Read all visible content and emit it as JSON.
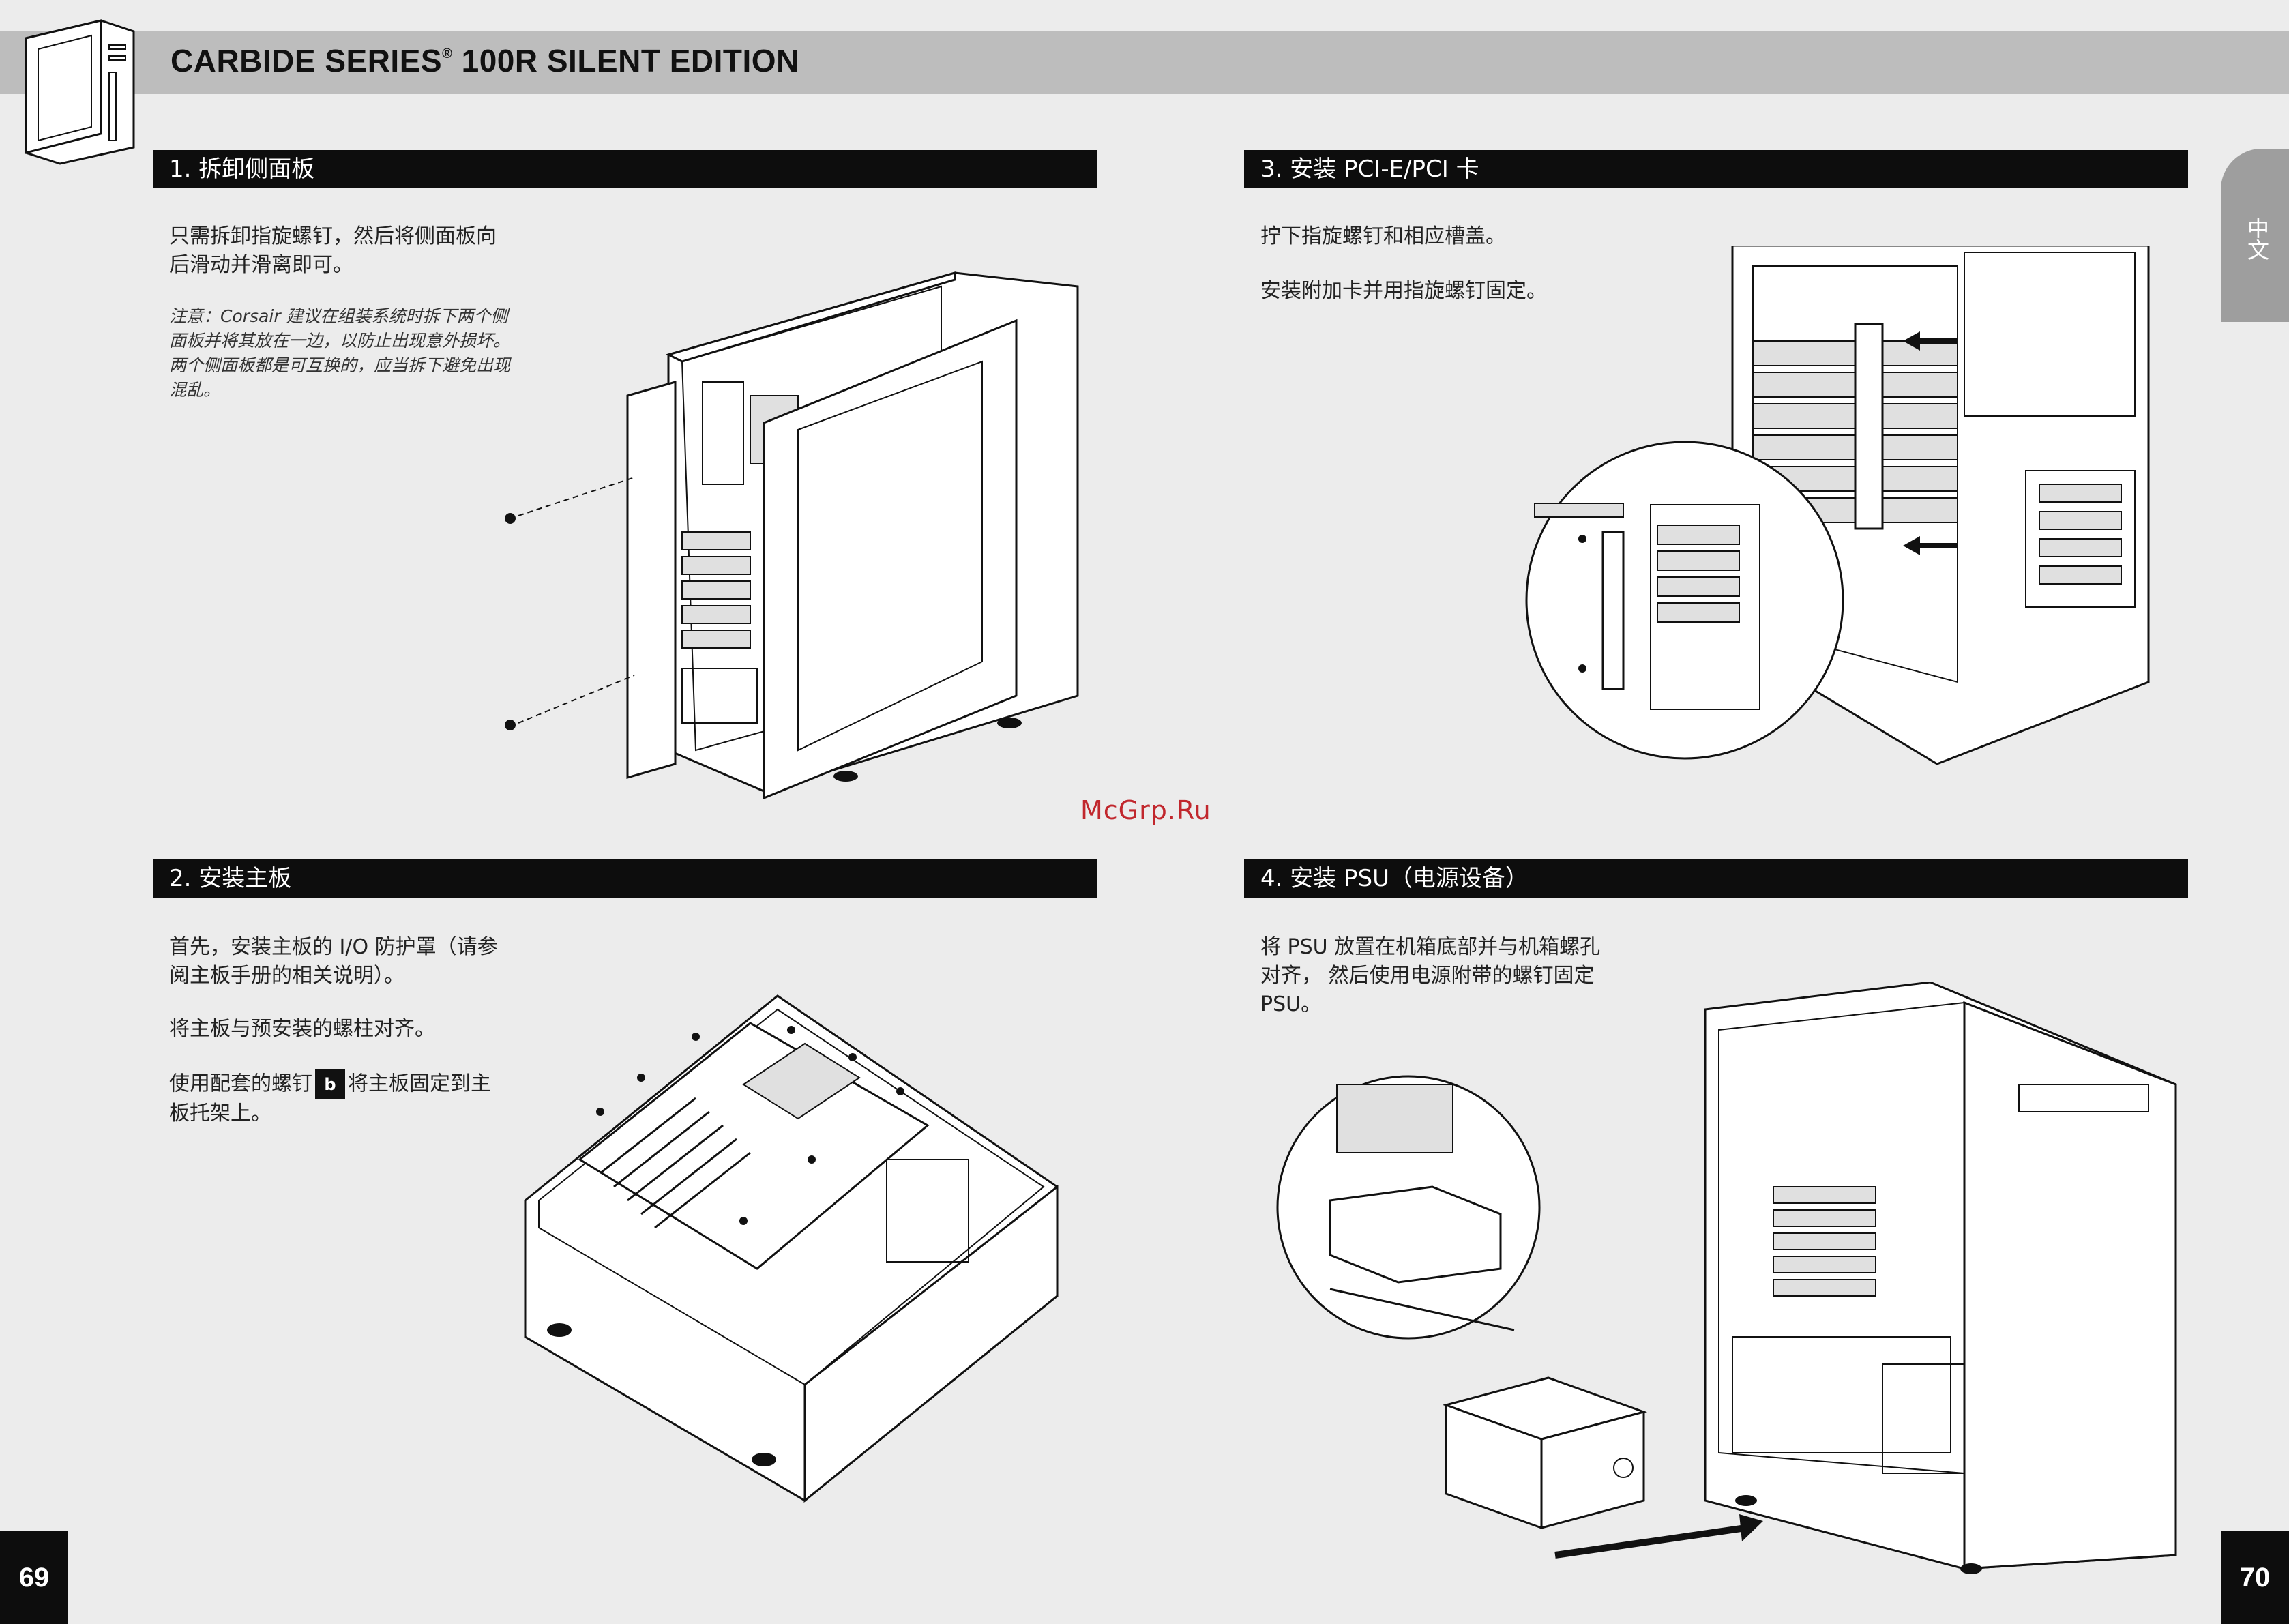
{
  "header": {
    "title": "CARBIDE SERIES",
    "title_mark": "®",
    "title_rest": " 100R SILENT EDITION"
  },
  "sidebar": {
    "language_tab": "中文"
  },
  "sections": [
    {
      "heading": "1. 拆卸侧面板",
      "paragraphs": [
        "只需拆卸指旋螺钉，然后将侧面板向后滑动并滑离即可。"
      ],
      "note": "注意：Corsair 建议在组装系统时拆下两个侧面板并将其放在一边，以防止出现意外损坏。两个侧面板都是可互换的，应当拆下避免出现混乱。"
    },
    {
      "heading": "2. 安装主板",
      "paragraphs": [
        "首先，安装主板的 I/O 防护罩（请参阅主板手册的相关说明）。",
        "将主板与预安装的螺柱对齐。"
      ],
      "screw_line_before": "使用配套的螺钉",
      "screw_badge": "b",
      "screw_line_after": "将主板固定到主板托架上。"
    },
    {
      "heading": "3. 安装 PCI-E/PCI 卡",
      "paragraphs": [
        "拧下指旋螺钉和相应槽盖。",
        "安装附加卡并用指旋螺钉固定。"
      ]
    },
    {
      "heading": "4. 安装 PSU（电源设备）",
      "paragraphs": [
        "将 PSU 放置在机箱底部并与机箱螺孔对齐， 然后使用电源附带的螺钉固定 PSU。"
      ]
    }
  ],
  "watermark": "McGrp.Ru",
  "pages": {
    "left": "69",
    "right": "70"
  },
  "illustrations": {
    "side_panel": "case-side-panel-removal-icon",
    "motherboard": "motherboard-install-icon",
    "pci_card": "pci-card-install-icon",
    "psu": "psu-install-icon"
  }
}
